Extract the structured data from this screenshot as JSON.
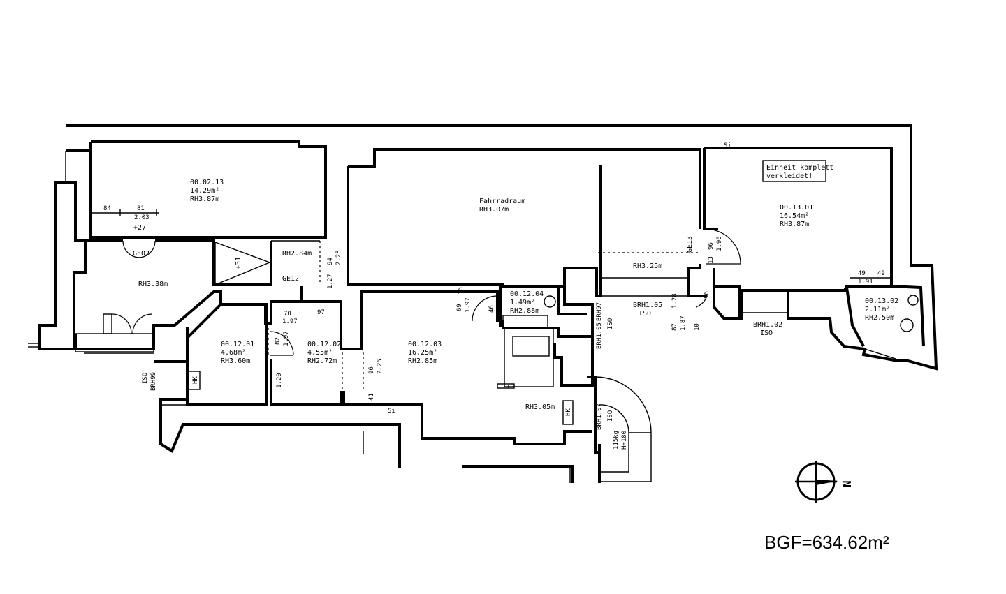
{
  "rooms": {
    "r00_02_13": {
      "id": "00.02.13",
      "area": "14.29m²",
      "height": "RH3.87m"
    },
    "fahrradraum": {
      "name": "Fahrradraum",
      "height": "RH3.07m"
    },
    "r00_13_01": {
      "id": "00.13.01",
      "area": "16.54m²",
      "height": "RH3.87m"
    },
    "r00_12_01": {
      "id": "00.12.01",
      "area": "4.68m²",
      "height": "RH3.60m"
    },
    "r00_12_02": {
      "id": "00.12.02",
      "area": "4.55m²",
      "height": "RH2.72m"
    },
    "r00_12_03": {
      "id": "00.12.03",
      "area": "16.25m²",
      "height": "RH2.85m"
    },
    "r00_12_04": {
      "id": "00.12.04",
      "area": "1.49m²",
      "height": "RH2.88m"
    },
    "r00_13_02": {
      "id": "00.13.02",
      "area": "2.11m²",
      "height": "RH2.50m"
    },
    "corridor_left": {
      "height": "RH3.38m"
    },
    "stair_landing": {
      "height": "RH2.84m"
    },
    "corridor_mid": {
      "height": "RH3.25m"
    },
    "kitchen_area": {
      "height": "RH3.05m"
    }
  },
  "note": {
    "line1": "Einheit komplett",
    "line2": "verkleidet!"
  },
  "doors": {
    "ge02": "GE02",
    "ge12": "GE12",
    "ge13": "GE13"
  },
  "levels": {
    "plus27": "+27",
    "plus31": "+31"
  },
  "brh": {
    "brh99": "BRH99",
    "brh97": "BRH97",
    "brh105a": "BRH1.05",
    "brh105b": "BRH1.05",
    "brh102": "BRH1.02",
    "brh107": "BRH1.07",
    "iso": "ISO"
  },
  "dims": {
    "d84": "84",
    "d81": "81",
    "d203": "2.03",
    "d94": "94",
    "d228": "2.28",
    "d127": "1.27",
    "d70": "70",
    "d97": "97",
    "d197a": "1.97",
    "d82": "82",
    "d197b": "1.97",
    "d120": "1.20",
    "d96a": "96",
    "d226": "2.26",
    "d41": "41",
    "d69": "69",
    "d197c": "1.97",
    "d16": "16",
    "d96b": "96",
    "d196": "1.96",
    "d13": "13",
    "d128": "1.28",
    "d87": "87",
    "d187": "1.87",
    "d56": "56",
    "d10": "10",
    "d49a": "49",
    "d49b": "49",
    "d191": "1.91",
    "dh": "H=180",
    "d115": "115kg",
    "d46": "46"
  },
  "symbols": {
    "hk": "HK",
    "si": "Si",
    "north": "N"
  },
  "summary": {
    "bgf": "BGF=634.62m²"
  }
}
